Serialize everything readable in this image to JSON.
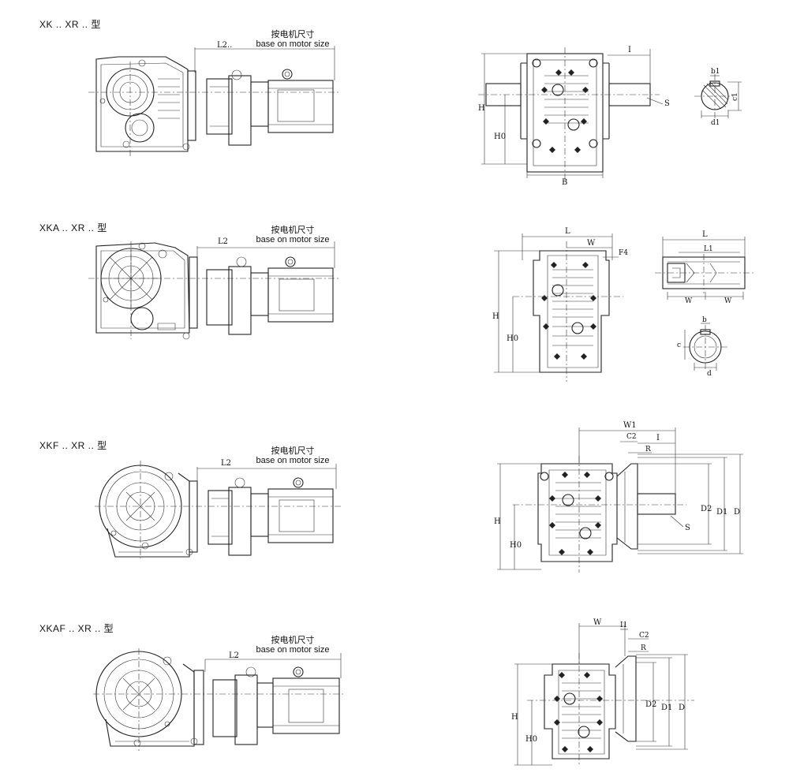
{
  "motor_caption": {
    "zh": "按电机尺寸",
    "en": "base on motor size"
  },
  "sections": [
    {
      "title": "XK .. XR .. 型",
      "labels": {
        "L2": "L2..",
        "I": "I",
        "H": "H",
        "H0": "H0",
        "B": "B",
        "S": "S",
        "b1": "b1",
        "c1": "c1",
        "d1": "d1"
      }
    },
    {
      "title": "XKA .. XR .. 型",
      "labels": {
        "L2": "L2",
        "L": "L",
        "W": "W",
        "F4": "F4",
        "H": "H",
        "H0": "H0",
        "L1": "L1",
        "b": "b",
        "c": "c",
        "d": "d"
      }
    },
    {
      "title": "XKF .. XR .. 型",
      "labels": {
        "L2": "L2",
        "W1": "W1",
        "C2": "C2",
        "I": "I",
        "R": "R",
        "H": "H",
        "H0": "H0",
        "S": "S",
        "D2": "D2",
        "D1": "D1",
        "D": "D"
      }
    },
    {
      "title": "XKAF .. XR .. 型",
      "labels": {
        "L2": "L2",
        "W": "W",
        "I1": "I1",
        "C2": "C2",
        "R": "R",
        "H": "H",
        "H0": "H0",
        "D2": "D2",
        "D1": "D1",
        "D": "D"
      }
    }
  ]
}
